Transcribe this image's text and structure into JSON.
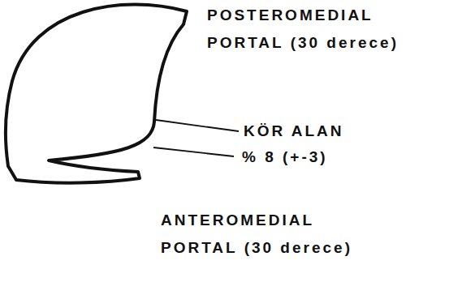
{
  "diagram": {
    "labels": [
      "POSTEROMEDIAL PORTAL (30 derece)",
      "KÖR ALAN",
      "% 8 (+-3)",
      "ANTEROMEDIAL PORTAL (30 derece)"
    ]
  }
}
